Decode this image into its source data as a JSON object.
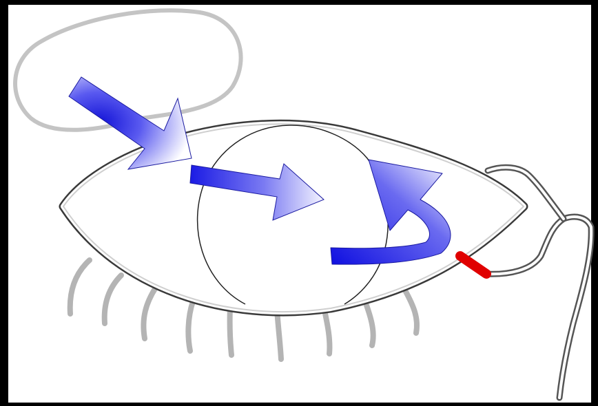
{
  "diagram": {
    "type": "eye tear-drainage illustration",
    "colors": {
      "frame": "#000000",
      "background": "#ffffff",
      "outline": "#444444",
      "lashes": "#b4b4b4",
      "gland": "#c4c4c4",
      "arrow_dark": "#1f1fe6",
      "arrow_light": "#ffffff",
      "punctum": "#e00000",
      "duct": "#555555"
    },
    "elements": [
      "lacrimal-gland",
      "eyelids",
      "iris",
      "eyelashes",
      "flow-arrow-from-gland",
      "flow-arrow-across-eye",
      "curved-drainage-arrow",
      "punctum",
      "tear-duct"
    ]
  }
}
